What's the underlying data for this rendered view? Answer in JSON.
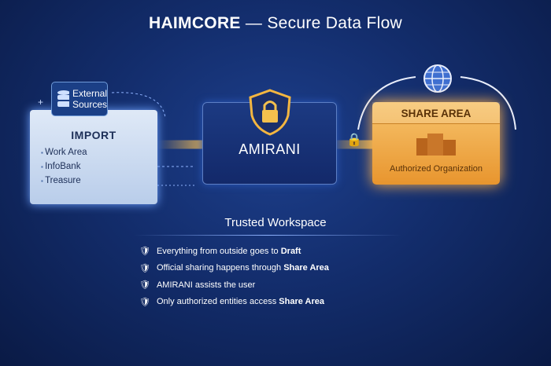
{
  "title": {
    "brand": "HAIMCORE",
    "separator": "—",
    "subtitle": "Secure Data Flow"
  },
  "external": {
    "line1": "External",
    "line2": "Sources"
  },
  "import": {
    "heading": "IMPORT",
    "items": [
      "Work Area",
      "InfoBank",
      "Treasure"
    ]
  },
  "amirani": {
    "label": "AMIRANI"
  },
  "share": {
    "heading": "SHARE AREA",
    "org": "Authorized Organization"
  },
  "workspace": {
    "heading": "Trusted Workspace"
  },
  "checklist": [
    {
      "text": "Everything from outside goes to ",
      "bold": "Draft"
    },
    {
      "text": "Official sharing happens through ",
      "bold": "Share Area"
    },
    {
      "text": "AMIRANI assists the user",
      "bold": ""
    },
    {
      "text": "Only authorized entities access ",
      "bold": "Share Area"
    }
  ],
  "colors": {
    "background": "#132d6c",
    "accent": "#ffc24d",
    "share": "#f0aa48"
  }
}
